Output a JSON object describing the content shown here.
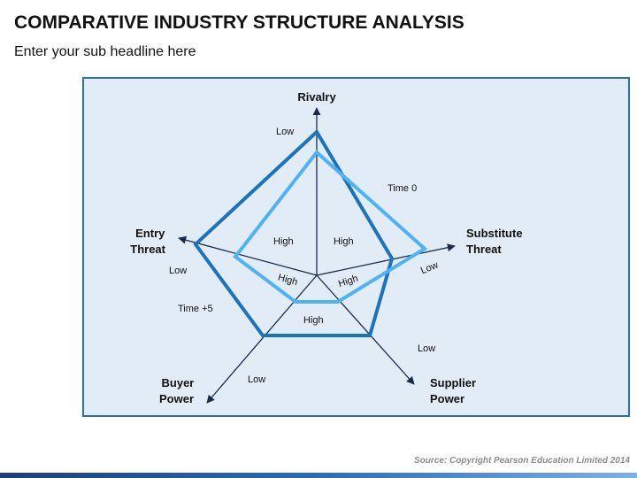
{
  "title": "COMPARATIVE INDUSTRY STRUCTURE ANALYSIS",
  "subtitle": "Enter your sub headline here",
  "source": "Source: Copyright Pearson Education Limited 2014",
  "colors": {
    "time0": "#4fb3f3",
    "time5": "#1b73bb",
    "axis": "#1a2b4a",
    "panel": "#e1ecf7"
  },
  "axes": {
    "rivalry": "Rivalry",
    "substitute": [
      "Substitute",
      "Threat"
    ],
    "supplier": [
      "Supplier",
      "Power"
    ],
    "buyer": [
      "Buyer",
      "Power"
    ],
    "entry": [
      "Entry",
      "Threat"
    ]
  },
  "labels": {
    "low_rivalry": "Low",
    "time0": "Time 0",
    "high_left": "High",
    "high_right": "High",
    "entry_low": "Low",
    "substitute_low": "Low",
    "high_lower_left": "High",
    "high_lower_right": "High",
    "time5": "Time +5",
    "high_bottom": "High",
    "supplier_low": "Low",
    "buyer_low": "Low"
  }
}
